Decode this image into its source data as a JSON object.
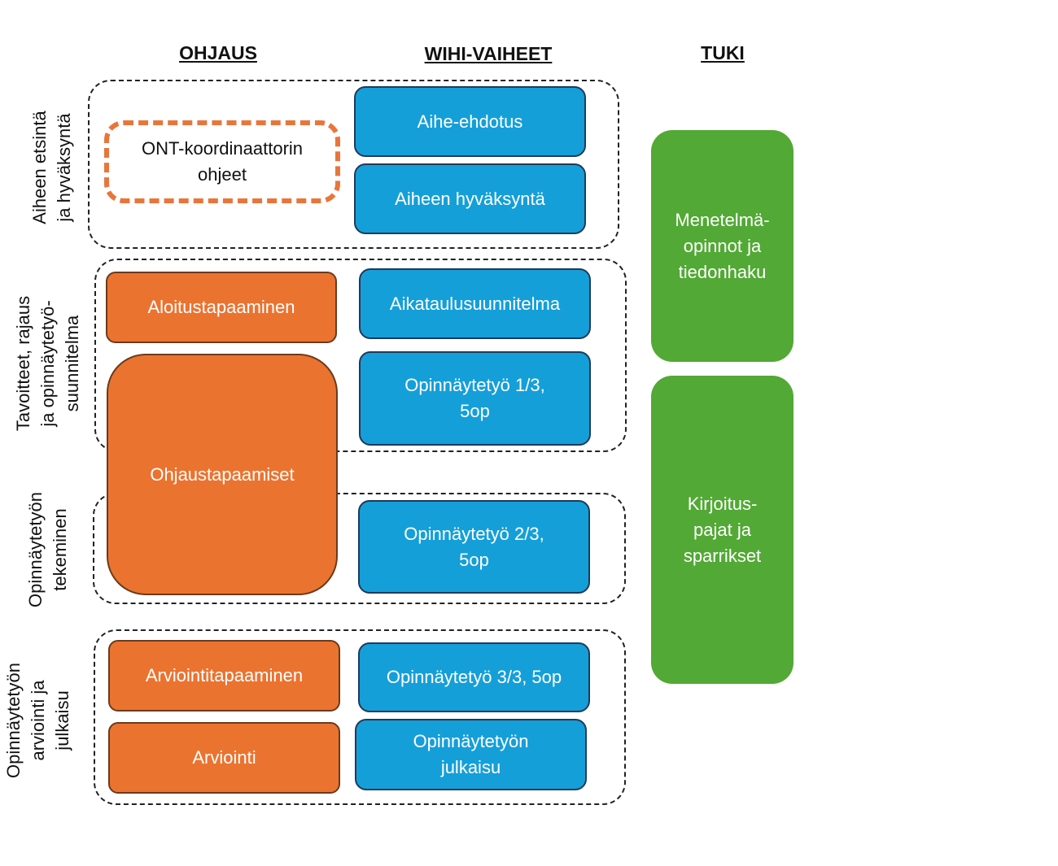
{
  "headers": {
    "ohjaus": "OHJAUS",
    "wihi": "WIHI-VAIHEET",
    "tuki": "TUKI"
  },
  "phases": [
    {
      "label": "Aiheen etsintä\nja hyväksyntä"
    },
    {
      "label": "Tavoitteet, rajaus\nja opinnäytetyö-\nsuunnitelma"
    },
    {
      "label": "Opinnäytetyön\ntekeminen"
    },
    {
      "label": "Opinnäytetyön\narviointi ja\njulkaisu"
    }
  ],
  "ohjaus": {
    "ont": "ONT-koordinaattorin\nohjeet",
    "aloitus": "Aloitustapaaminen",
    "ohjaustapaamiset": "Ohjaustapaamiset",
    "arviointitapaaminen": "Arviointitapaaminen",
    "arviointi": "Arviointi"
  },
  "wihi": {
    "aihe_ehdotus": "Aihe-ehdotus",
    "aiheen_hyvaksynta": "Aiheen hyväksyntä",
    "aikataulu": "Aikataulusuunnitelma",
    "ont1": "Opinnäytetyö 1/3,\n5op",
    "ont2": "Opinnäytetyö 2/3,\n5op",
    "ont3": "Opinnäytetyö 3/3, 5op",
    "julkaisu": "Opinnäytetyön\njulkaisu"
  },
  "tuki": {
    "menetelma": "Menetelmä-\nopinnot ja\ntiedonhaku",
    "kirjoitus": "Kirjoitus-\npajat ja\nsparrikset"
  },
  "colors": {
    "blue": "#159fd9",
    "orange": "#eb7330",
    "green": "#52a935",
    "ont_dash": "#e8763b"
  }
}
